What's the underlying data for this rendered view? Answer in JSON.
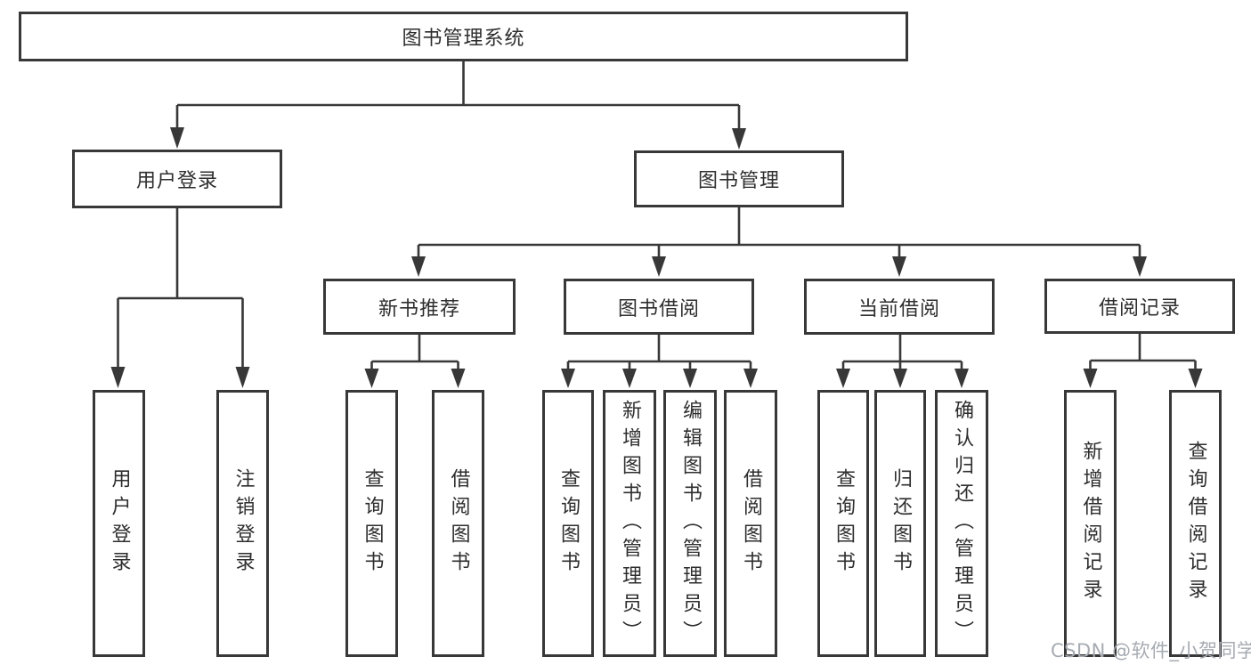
{
  "tree": {
    "root": {
      "label": "图书管理系统",
      "children": [
        {
          "label": "用户登录",
          "children": [
            {
              "label": "用户登录"
            },
            {
              "label": "注销登录"
            }
          ]
        },
        {
          "label": "图书管理",
          "children": [
            {
              "label": "新书推荐",
              "children": [
                {
                  "label": "查询图书"
                },
                {
                  "label": "借阅图书"
                }
              ]
            },
            {
              "label": "图书借阅",
              "children": [
                {
                  "label": "查询图书"
                },
                {
                  "label": "新增图书（管理员）"
                },
                {
                  "label": "编辑图书（管理员）"
                },
                {
                  "label": "借阅图书"
                }
              ]
            },
            {
              "label": "当前借阅",
              "children": [
                {
                  "label": "查询图书"
                },
                {
                  "label": "归还图书"
                },
                {
                  "label": "确认归还（管理员）"
                }
              ]
            },
            {
              "label": "借阅记录",
              "children": [
                {
                  "label": "新增借阅记录"
                },
                {
                  "label": "查询借阅记录"
                }
              ]
            }
          ]
        }
      ]
    }
  },
  "watermark": {
    "text": "CSDN @软件_小贺同学"
  },
  "colors": {
    "line": "#383838",
    "box_border": "#383838",
    "text": "#2e2e2e",
    "watermark": "#a6abb2",
    "background": "#ffffff"
  }
}
